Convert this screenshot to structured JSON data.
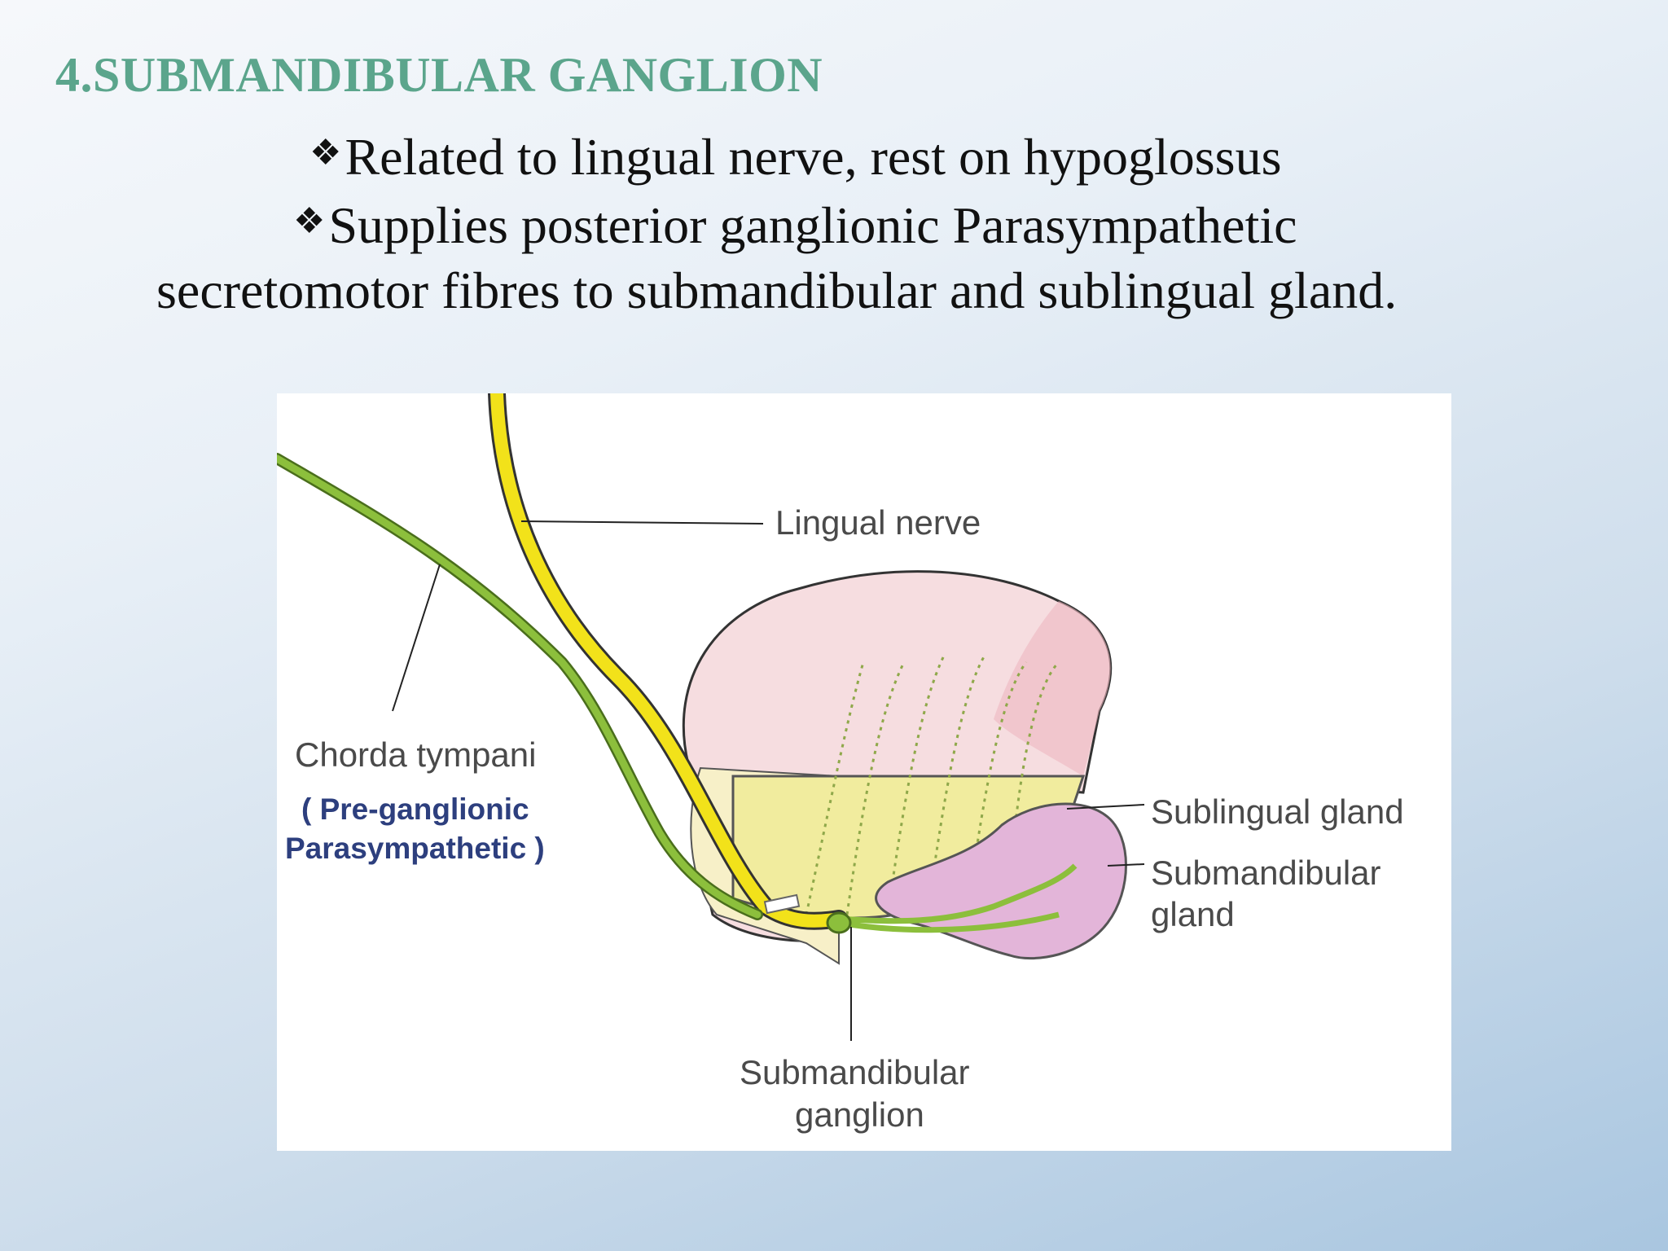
{
  "slide": {
    "title": "4.SUBMANDIBULAR GANGLION",
    "bullets": [
      {
        "marker": "❖",
        "text": "Related to lingual nerve, rest on hypoglossus"
      },
      {
        "marker": "❖",
        "text": "Supplies posterior ganglionic Parasympathetic"
      }
    ],
    "continuation": "secretomotor fibres to submandibular and sublingual gland."
  },
  "figure": {
    "labels": {
      "lingual_nerve": "Lingual nerve",
      "chorda_tympani": "Chorda tympani",
      "pre_ganglionic_1": "( Pre-ganglionic",
      "pre_ganglionic_2": "Parasympathetic )",
      "sublingual_gland": "Sublingual gland",
      "submandibular_gland_1": "Submandibular",
      "submandibular_gland_2": "gland",
      "submandibular_ganglion_1": "Submandibular",
      "submandibular_ganglion_2": "ganglion"
    },
    "colors": {
      "title": "#5ba58c",
      "lingual_nerve": "#f2e21a",
      "chorda_tympani": "#8cbf3c",
      "tongue": "#f2cdd2",
      "sublingual_gland": "#f1ec9e",
      "submandibular_gland": "#e3b5d9",
      "annotation_blue": "#2d3f7e"
    }
  }
}
